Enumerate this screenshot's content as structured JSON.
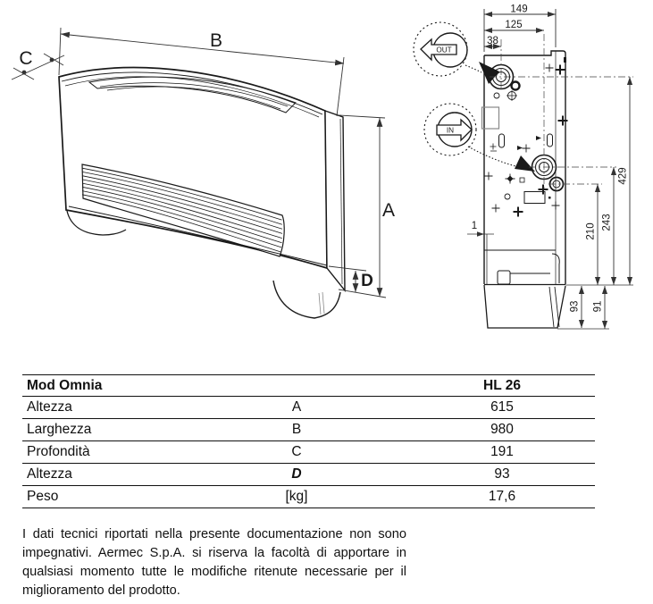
{
  "figures": {
    "isometric": {
      "dim_a": "A",
      "dim_b": "B",
      "dim_c": "C",
      "dim_d": "D"
    },
    "side_view": {
      "dim_149": "149",
      "dim_125": "125",
      "dim_38": "38",
      "dim_429": "429",
      "dim_243": "243",
      "dim_210": "210",
      "dim_93": "93",
      "dim_91": "91",
      "dim_1": "1",
      "out_label": "OUT",
      "in_label": "IN"
    }
  },
  "table": {
    "header": {
      "model": "Mod Omnia",
      "symbol": "",
      "value": "HL 26"
    },
    "rows": [
      {
        "label": "Altezza",
        "symbol": "A",
        "value": "615"
      },
      {
        "label": "Larghezza",
        "symbol": "B",
        "value": "980"
      },
      {
        "label": "Profondità",
        "symbol": "C",
        "value": "191"
      },
      {
        "label": "Altezza",
        "symbol": "D",
        "value": "93"
      },
      {
        "label": "Peso",
        "symbol": "[kg]",
        "value": "17,6"
      }
    ]
  },
  "footer": {
    "disclaimer": "I dati tecnici riportati nella presente documentazione non sono impegnativi. Aermec S.p.A. si riserva la facoltà di apportare in qualsiasi momento tutte le modifiche ritenute necessarie per il miglioramento del prodotto."
  }
}
